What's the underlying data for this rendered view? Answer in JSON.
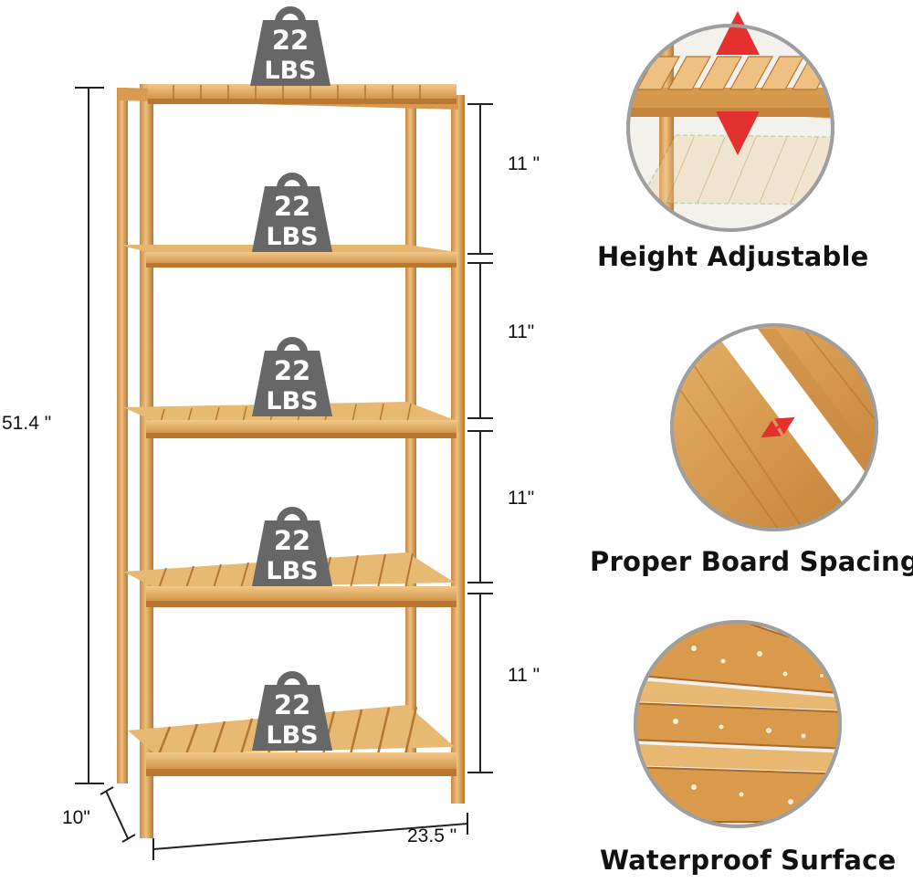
{
  "colors": {
    "bamboo_light": "#e9b870",
    "bamboo_mid": "#d69a4f",
    "bamboo_dark": "#a9692a",
    "weight_badge": "#676767",
    "dimension_line": "#222222",
    "arrow_red": "#e53030"
  },
  "product": {
    "shelf_weights": [
      {
        "value": "22",
        "unit": "LBS"
      },
      {
        "value": "22",
        "unit": "LBS"
      },
      {
        "value": "22",
        "unit": "LBS"
      },
      {
        "value": "22",
        "unit": "LBS"
      },
      {
        "value": "22",
        "unit": "LBS"
      }
    ],
    "dimensions": {
      "total_height": "51.4 \"",
      "shelf_gaps": [
        "11 \"",
        "11\"",
        "11\"",
        "11 \""
      ],
      "depth": "10\"",
      "width": "23.5 \""
    }
  },
  "features": [
    {
      "caption": "Height Adjustable",
      "icon": "height-adjust-detail"
    },
    {
      "caption": "Proper Board Spacing",
      "icon": "board-spacing-detail"
    },
    {
      "caption": "Waterproof Surface",
      "icon": "waterproof-detail"
    }
  ]
}
